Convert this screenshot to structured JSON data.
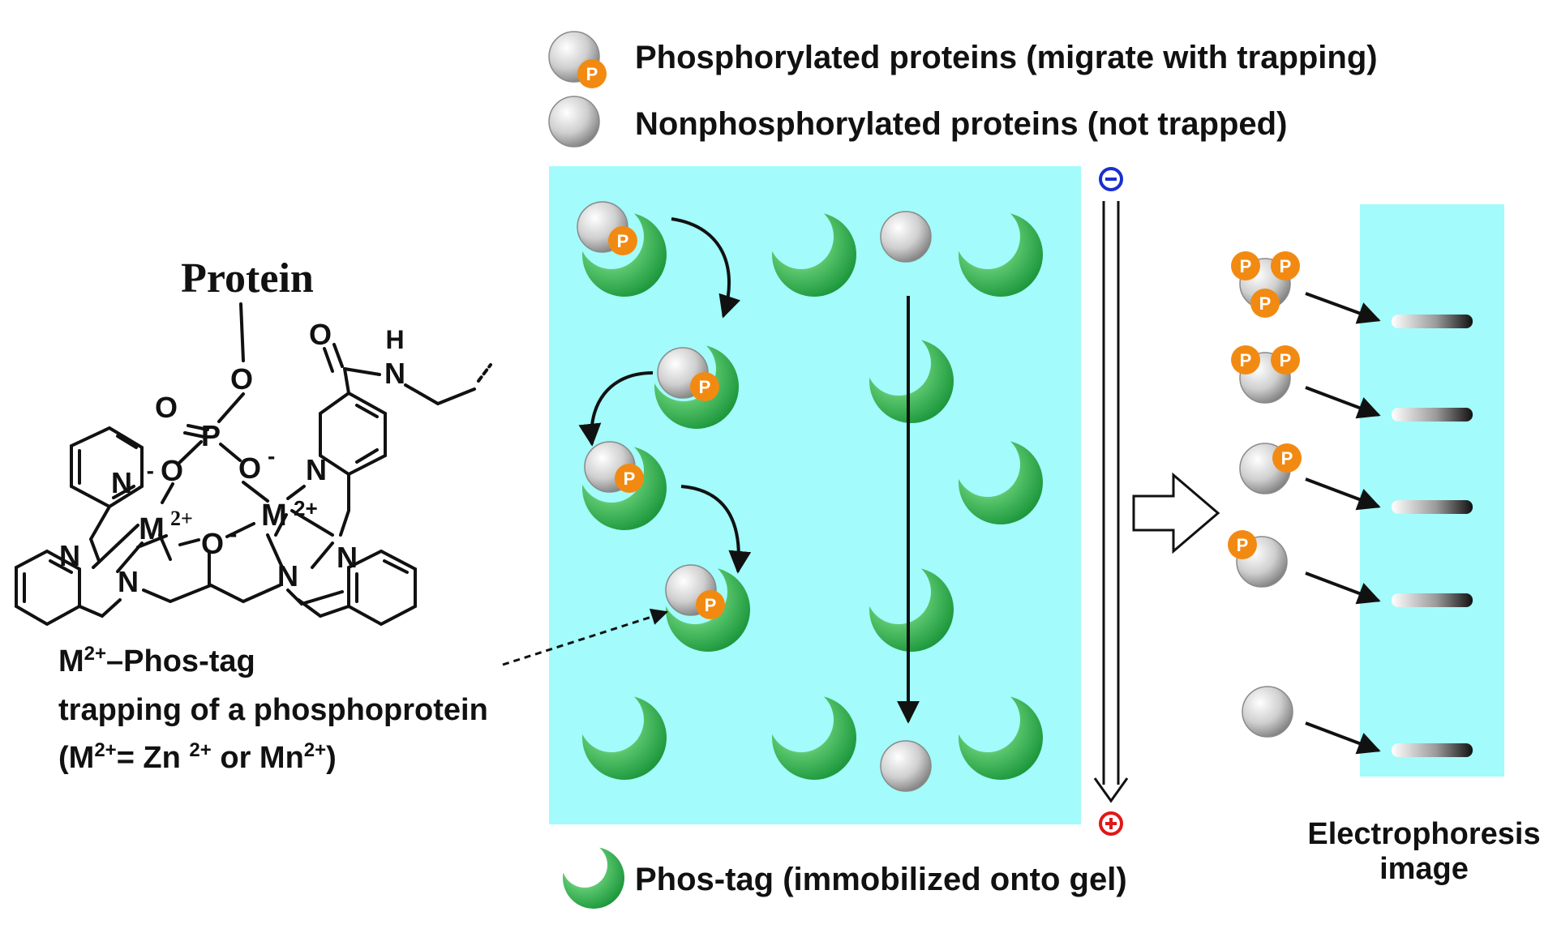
{
  "legend": {
    "phosphorylated": "Phosphorylated proteins (migrate with trapping)",
    "nonphosphorylated": "Nonphosphorylated proteins (not trapped)",
    "phostag": "Phos-tag (immobilized onto gel)"
  },
  "structure": {
    "protein": "Protein",
    "caption_line1": "M",
    "caption_line1_sup": "2+",
    "caption_line1_rest": "–Phos-tag",
    "caption_line2": "trapping of a phosphoprotein",
    "caption_line3_a": "(M",
    "caption_line3_sup1": "2+",
    "caption_line3_b": "= Zn ",
    "caption_line3_sup2": "2+",
    "caption_line3_c": " or Mn",
    "caption_line3_sup3": "2+",
    "caption_line3_d": ")",
    "atom_O": "O",
    "atom_P": "P",
    "atom_N": "N",
    "atom_H": "H",
    "atom_M": "M",
    "charge_2plus": "2+",
    "charge_minus": "-"
  },
  "phospho_label": "P",
  "electrodes": {
    "negative": "−",
    "positive": "+"
  },
  "electrophoresis": {
    "line1": "Electrophoresis",
    "line2": "image"
  },
  "colors": {
    "gel": "#a3fbfb",
    "phosphate": "#f28a12",
    "phostag_green": "#17a540",
    "negative": "#1a2fd0",
    "positive": "#e01818"
  }
}
